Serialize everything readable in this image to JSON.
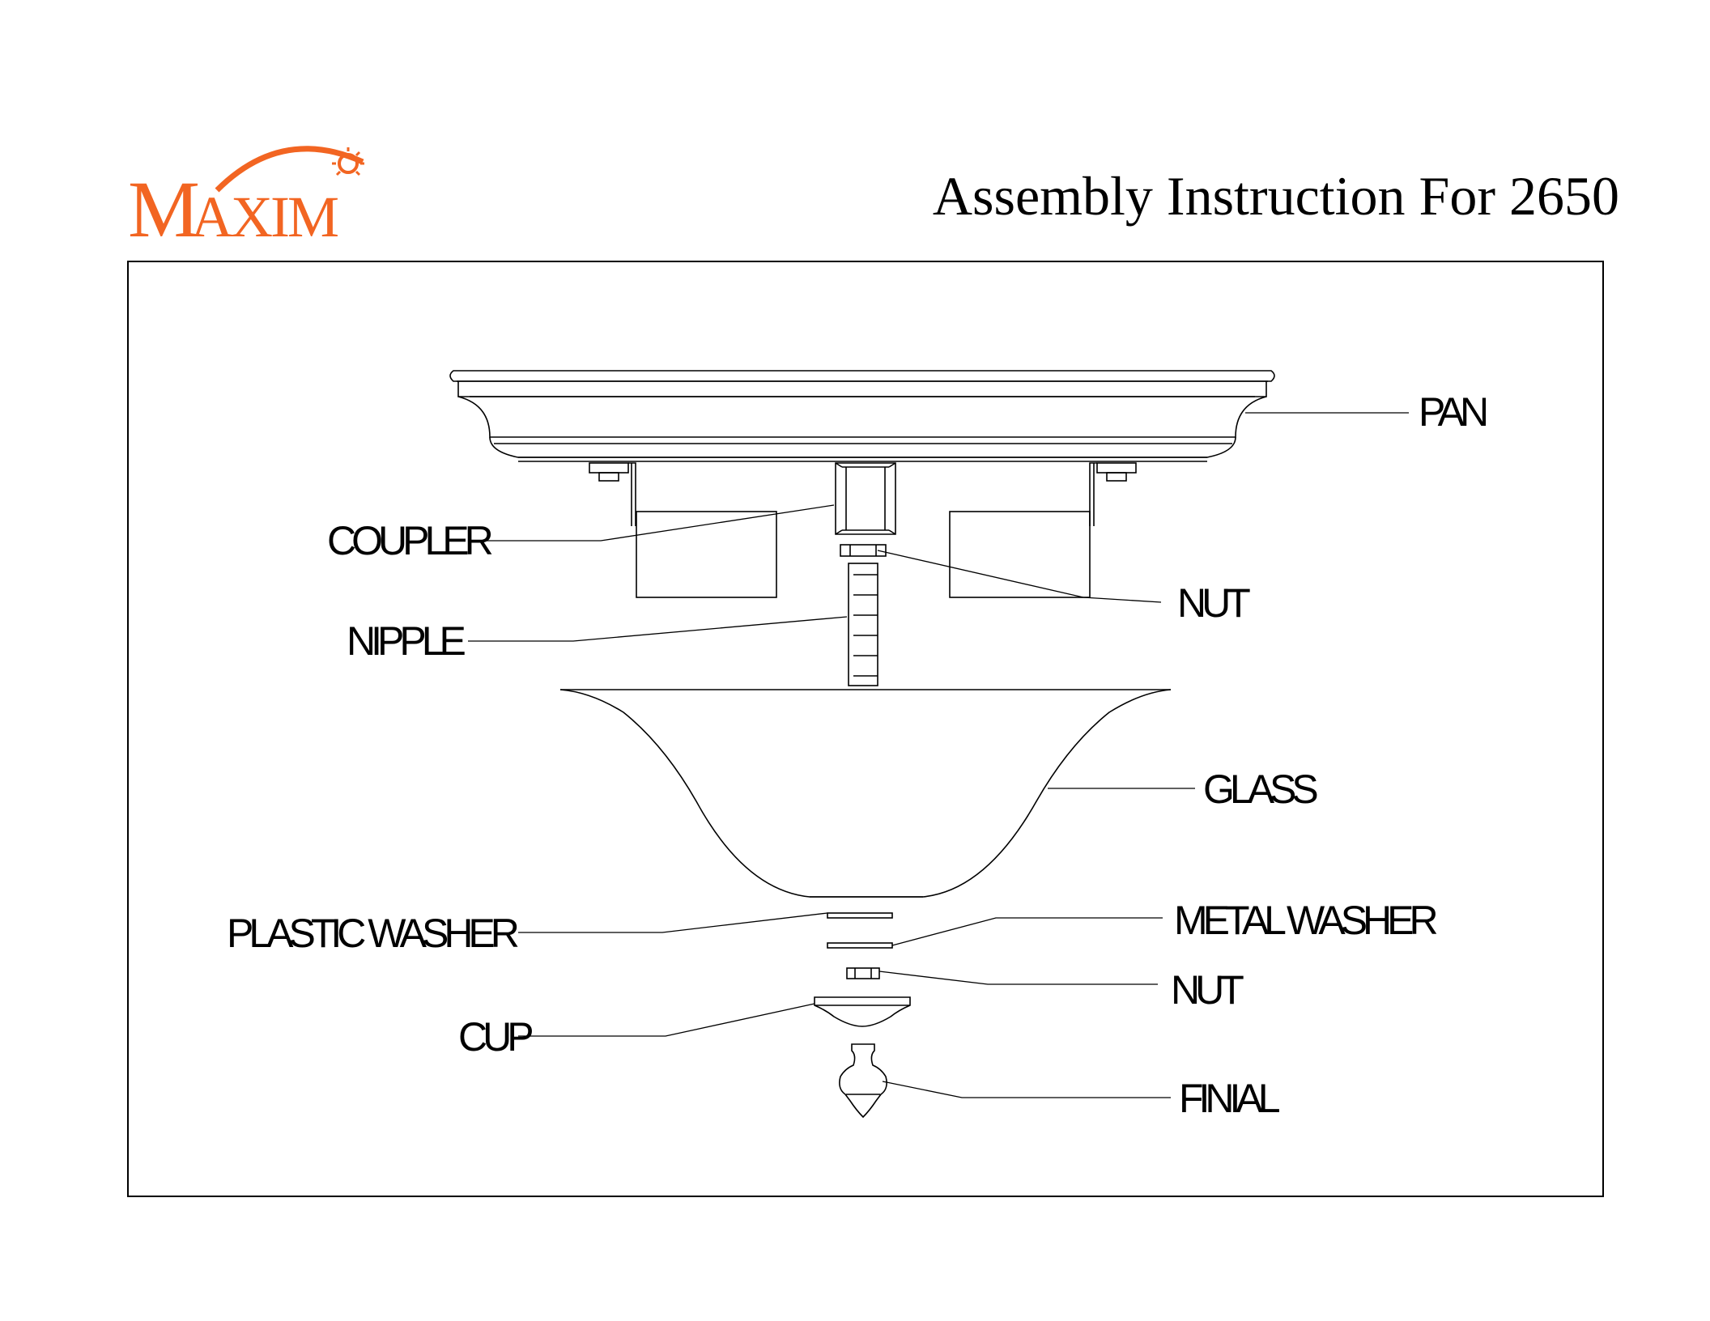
{
  "brand": {
    "name": "Maxim",
    "color": "#f26522"
  },
  "title": "Assembly Instruction For 2650",
  "parts": {
    "pan": "PAN",
    "coupler": "COUPLER",
    "nut_upper": "NUT",
    "nipple": "NIPPLE",
    "glass": "GLASS",
    "plastic_washer": "PLASTIC WASHER",
    "metal_washer": "METAL WASHER",
    "nut_lower": "NUT",
    "cup": "CUP",
    "finial": "FINIAL"
  }
}
